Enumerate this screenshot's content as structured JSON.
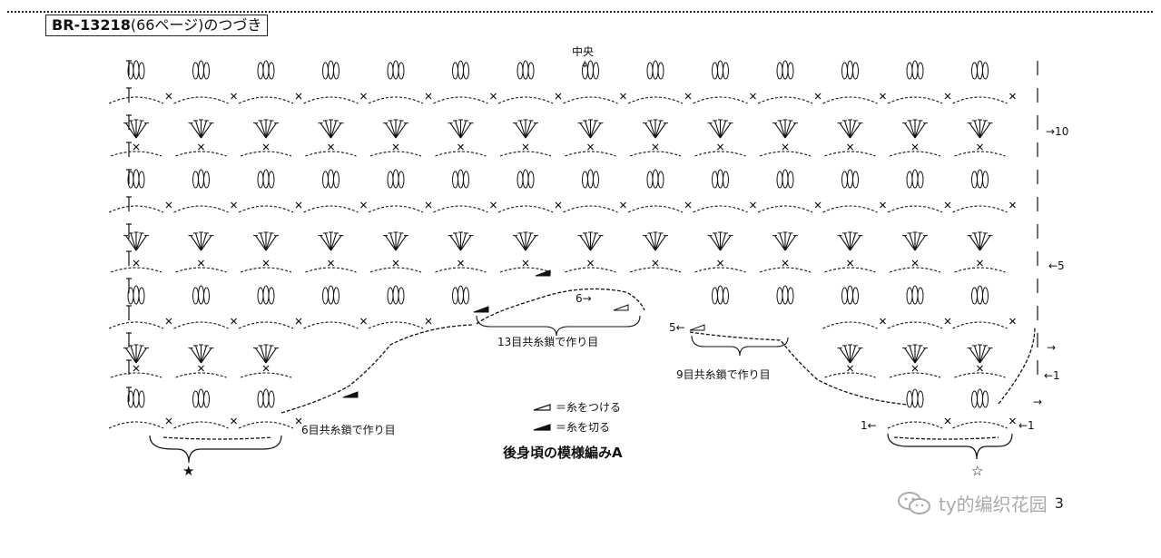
{
  "header": {
    "code": "BR-13218",
    "note": "(66ページ)のつづき"
  },
  "diagram": {
    "title": "後身頃の模様編みA",
    "center_label": "中央",
    "row_labels": {
      "row10": "→10",
      "row5": "←5",
      "row_arrow_right_a": "→",
      "row1_right_upper": "←1",
      "row_arrow_right_b": "→",
      "row1_right_lower": "←1",
      "row1_left_inner": "1←",
      "row6_inner": "6→",
      "row5_inner": "5←"
    },
    "chain_notes": {
      "left": "6目共糸鎖で作り目",
      "center": "13目共糸鎖で作り目",
      "right": "9目共糸鎖で作り目"
    },
    "legend": {
      "join": "＝糸をつける",
      "cut": "＝糸を切る"
    },
    "markers": {
      "filled_star": "★",
      "open_star": "☆"
    }
  },
  "watermark": {
    "text": "ty的编织花园",
    "icon": "wechat-icon",
    "fragment": "3"
  },
  "colors": {
    "ink": "#111111",
    "watermark": "#aaaaaa"
  }
}
